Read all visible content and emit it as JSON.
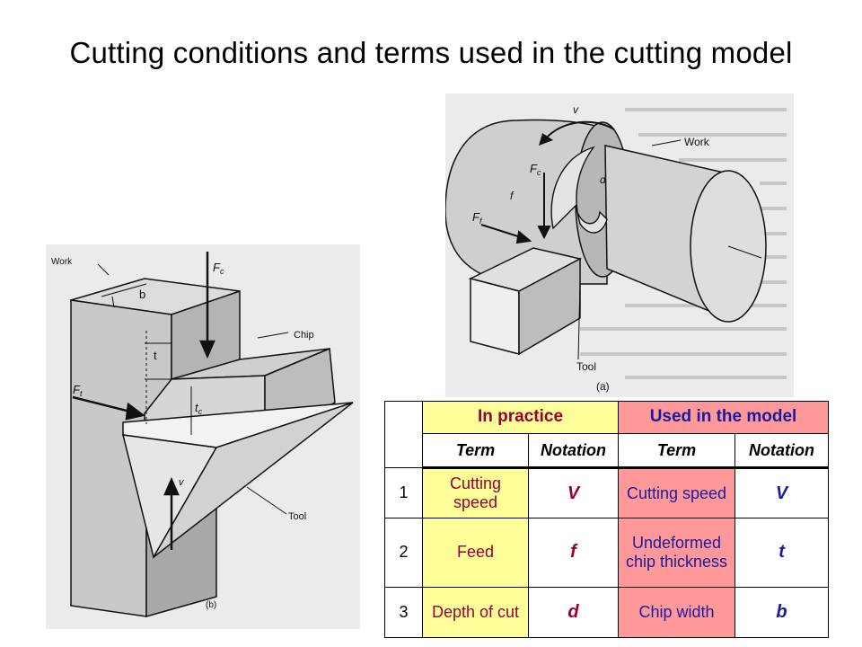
{
  "title": "Cutting conditions and terms used in the cutting model",
  "figure_a": {
    "labels": {
      "v": "v",
      "work": "Work",
      "fc": "F",
      "fc_sub": "c",
      "d": "d",
      "f": "f",
      "ff": "F",
      "ff_sub": "f",
      "tool": "Tool",
      "caption": "(a)"
    }
  },
  "figure_b": {
    "labels": {
      "work": "Work",
      "b": "b",
      "fc": "F",
      "fc_sub": "c",
      "chip": "Chip",
      "t": "t",
      "ft": "F",
      "ft_sub": "t",
      "tc": "t",
      "tc_sub": "c",
      "v": "v",
      "tool": "Tool",
      "caption": "(b)"
    }
  },
  "table": {
    "group_practice": "In practice",
    "group_model": "Used in the model",
    "col_term": "Term",
    "col_notation": "Notation",
    "rows": [
      {
        "num": "1",
        "practice_term": "Cutting speed",
        "practice_notation": "V",
        "model_term": "Cutting speed",
        "model_notation": "V"
      },
      {
        "num": "2",
        "practice_term": "Feed",
        "practice_notation": "f",
        "model_term": "Undeformed chip thickness",
        "model_notation": "t"
      },
      {
        "num": "3",
        "practice_term": "Depth of cut",
        "practice_notation": "d",
        "model_term": "Chip width",
        "model_notation": "b"
      }
    ],
    "colors": {
      "practice_bg": "#ffff99",
      "model_bg": "#ff9999",
      "practice_text": "#990033",
      "model_text": "#1a1aa0"
    }
  }
}
